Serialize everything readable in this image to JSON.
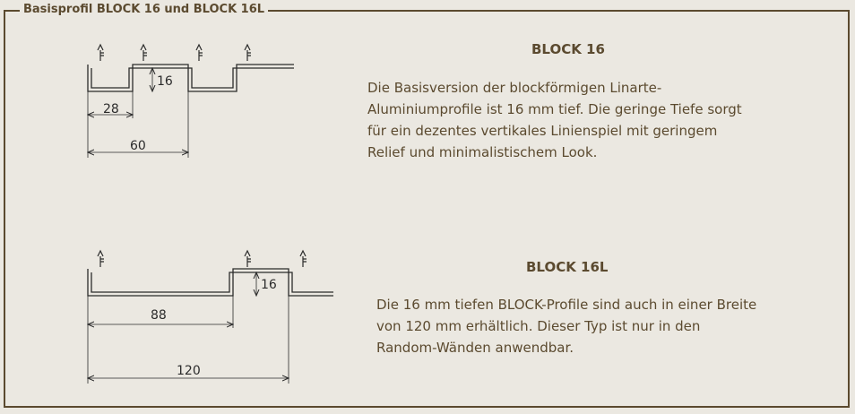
{
  "section": {
    "title": "Basisprofil BLOCK 16 und BLOCK 16L"
  },
  "block16": {
    "title": "BLOCK 16",
    "description": "Die Basisversion der blockförmigen Linarte-Aluminiumprofile ist 16 mm tief. Die geringe Tiefe sorgt für ein dezentes vertikales Linienspiel mit geringem Relief und minimalistischem Look.",
    "dims": {
      "depth": "16",
      "inner": "28",
      "outer": "60"
    }
  },
  "block16l": {
    "title": "BLOCK 16L",
    "description": "Die 16 mm tiefen BLOCK-Profile sind auch in einer Breite von 120 mm erhältlich. Dieser Typ ist nur in den Random-Wänden anwendbar.",
    "dims": {
      "depth": "16",
      "inner": "88",
      "outer": "120"
    }
  },
  "colors": {
    "frame": "#5b4a2f",
    "background": "#ebe8e1",
    "drawing": "#2b2b2b"
  }
}
